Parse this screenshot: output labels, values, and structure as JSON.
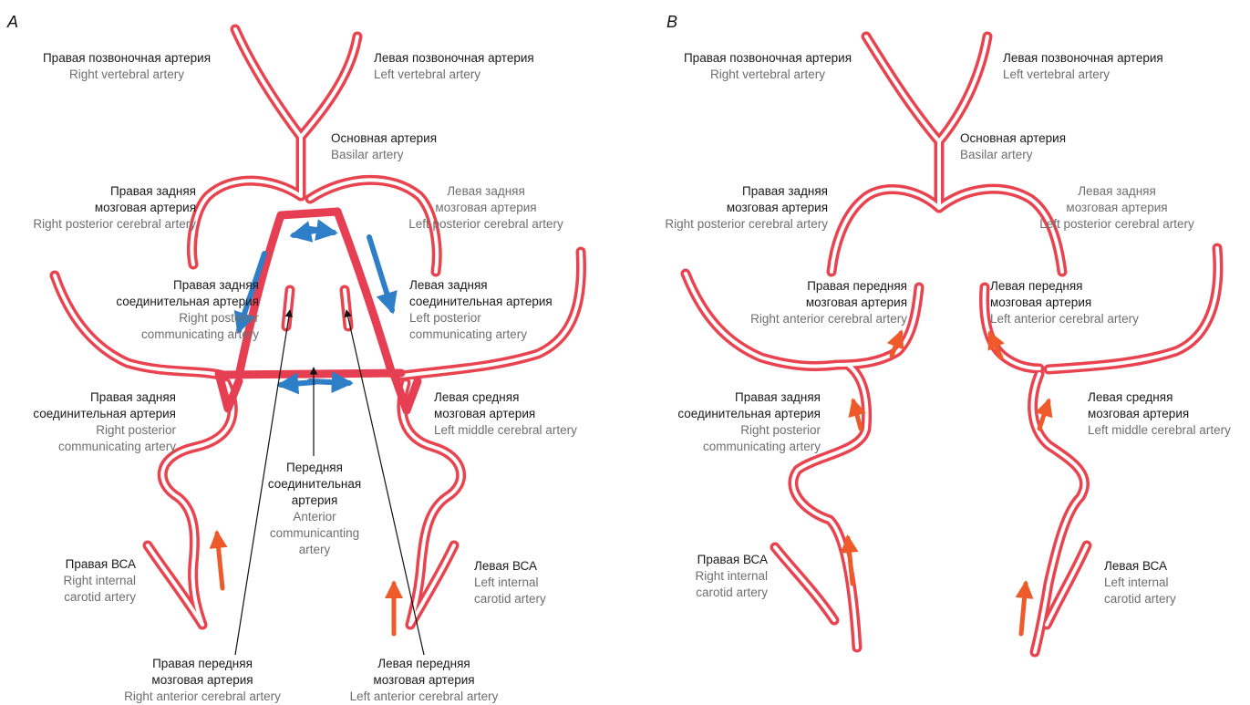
{
  "panels": {
    "a": {
      "letter": "A",
      "right_vertebral": {
        "ru": "Правая позвоночная артерия",
        "en": "Right vertebral artery"
      },
      "left_vertebral": {
        "ru": "Левая позвоночная артерия",
        "en": "Left vertebral artery"
      },
      "basilar": {
        "ru": "Основная артерия",
        "en": "Basilar artery"
      },
      "right_pca": {
        "ru1": "Правая задняя",
        "ru2": "мозговая артерия",
        "en": "Right posterior cerebral artery"
      },
      "left_pca": {
        "ru1": "Левая задняя",
        "ru2": "мозговая артерия",
        "en": "Left posterior cerebral artery"
      },
      "right_pcom_upper": {
        "ru1": "Правая задняя",
        "ru2": "соединительная артерия",
        "en1": "Right posterior",
        "en2": "communicating artery"
      },
      "left_pcom": {
        "ru1": "Левая задняя",
        "ru2": "соединительная артерия",
        "en1": "Left posterior",
        "en2": "communicating artery"
      },
      "right_pcom_lower": {
        "ru1": "Правая задняя",
        "ru2": "соединительная артерия",
        "en1": "Right posterior",
        "en2": "communicating artery"
      },
      "left_mca": {
        "ru1": "Левая средняя",
        "ru2": "мозговая артерия",
        "en": "Left middle cerebral artery"
      },
      "acom": {
        "ru1": "Передняя",
        "ru2": "соединительная",
        "ru3": "артерия",
        "en1": "Anterior",
        "en2": "communicanting",
        "en3": "artery"
      },
      "right_ica": {
        "ru": "Правая ВСА",
        "en1": "Right internal",
        "en2": "carotid artery"
      },
      "left_ica": {
        "ru": "Левая ВСА",
        "en1": "Left internal",
        "en2": "carotid artery"
      },
      "right_aca": {
        "ru1": "Правая передняя",
        "ru2": "мозговая артерия",
        "en": "Right anterior cerebral artery"
      },
      "left_aca": {
        "ru1": "Левая передняя",
        "ru2": "мозговая артерия",
        "en": "Left anterior cerebral artery"
      }
    },
    "b": {
      "letter": "B",
      "right_vertebral": {
        "ru": "Правая позвоночная артерия",
        "en": "Right vertebral artery"
      },
      "left_vertebral": {
        "ru": "Левая позвоночная артерия",
        "en": "Left vertebral artery"
      },
      "basilar": {
        "ru": "Основная артерия",
        "en": "Basilar artery"
      },
      "right_pca": {
        "ru1": "Правая задняя",
        "ru2": "мозговая артерия",
        "en": "Right posterior cerebral artery"
      },
      "left_pca": {
        "ru1": "Левая задняя",
        "ru2": "мозговая артерия",
        "en": "Left posterior cerebral artery"
      },
      "right_aca": {
        "ru1": "Правая передняя",
        "ru2": "мозговая артерия",
        "en": "Right anterior cerebral artery"
      },
      "left_aca": {
        "ru1": "Левая передняя",
        "ru2": "мозговая артерия",
        "en": "Left anterior cerebral artery"
      },
      "right_pcom": {
        "ru1": "Правая задняя",
        "ru2": "соединительная артерия",
        "en1": "Right posterior",
        "en2": "communicating artery"
      },
      "left_mca": {
        "ru1": "Левая средняя",
        "ru2": "мозговая артерия",
        "en": "Left middle cerebral artery"
      },
      "right_ica": {
        "ru": "Правая ВСА",
        "en1": "Right internal",
        "en2": "carotid artery"
      },
      "left_ica": {
        "ru": "Левая ВСА",
        "en1": "Left internal",
        "en2": "carotid artery"
      }
    }
  },
  "colors": {
    "vessel": "#e8434f",
    "vessel_heavy": "#e63e52",
    "flow_blue": "#2f7fc8",
    "flow_orange": "#ee5a2a",
    "pointer": "#111111"
  }
}
